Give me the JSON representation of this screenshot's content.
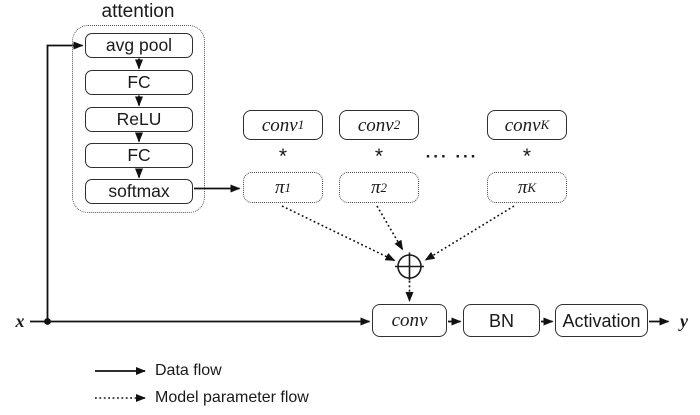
{
  "colors": {
    "background": "#ffffff",
    "ink": "#1a1a1a",
    "solid_border": "#2f2f2f",
    "dotted_border": "#4a4a4a"
  },
  "diagram": {
    "attention_title": "attention",
    "attention_layers": [
      "avg pool",
      "FC",
      "ReLU",
      "FC",
      "softmax"
    ],
    "input_label": "x",
    "output_label": "y",
    "branches": [
      {
        "conv_base": "conv",
        "conv_sub": "1",
        "multiply": "*",
        "weight_base": "π",
        "weight_sub": "1"
      },
      {
        "conv_base": "conv",
        "conv_sub": "2",
        "multiply": "*",
        "weight_base": "π",
        "weight_sub": "2"
      },
      {
        "conv_base": "conv",
        "conv_sub": "K",
        "multiply": "*",
        "weight_base": "π",
        "weight_sub": "K"
      }
    ],
    "branch_ellipsis": "··· ···",
    "output_stages": {
      "conv": "conv",
      "bn": "BN",
      "activation": "Activation"
    }
  },
  "legend": {
    "items": [
      {
        "line_style": "solid",
        "label": "Data flow"
      },
      {
        "line_style": "dotted",
        "label": "Model parameter flow"
      }
    ]
  }
}
